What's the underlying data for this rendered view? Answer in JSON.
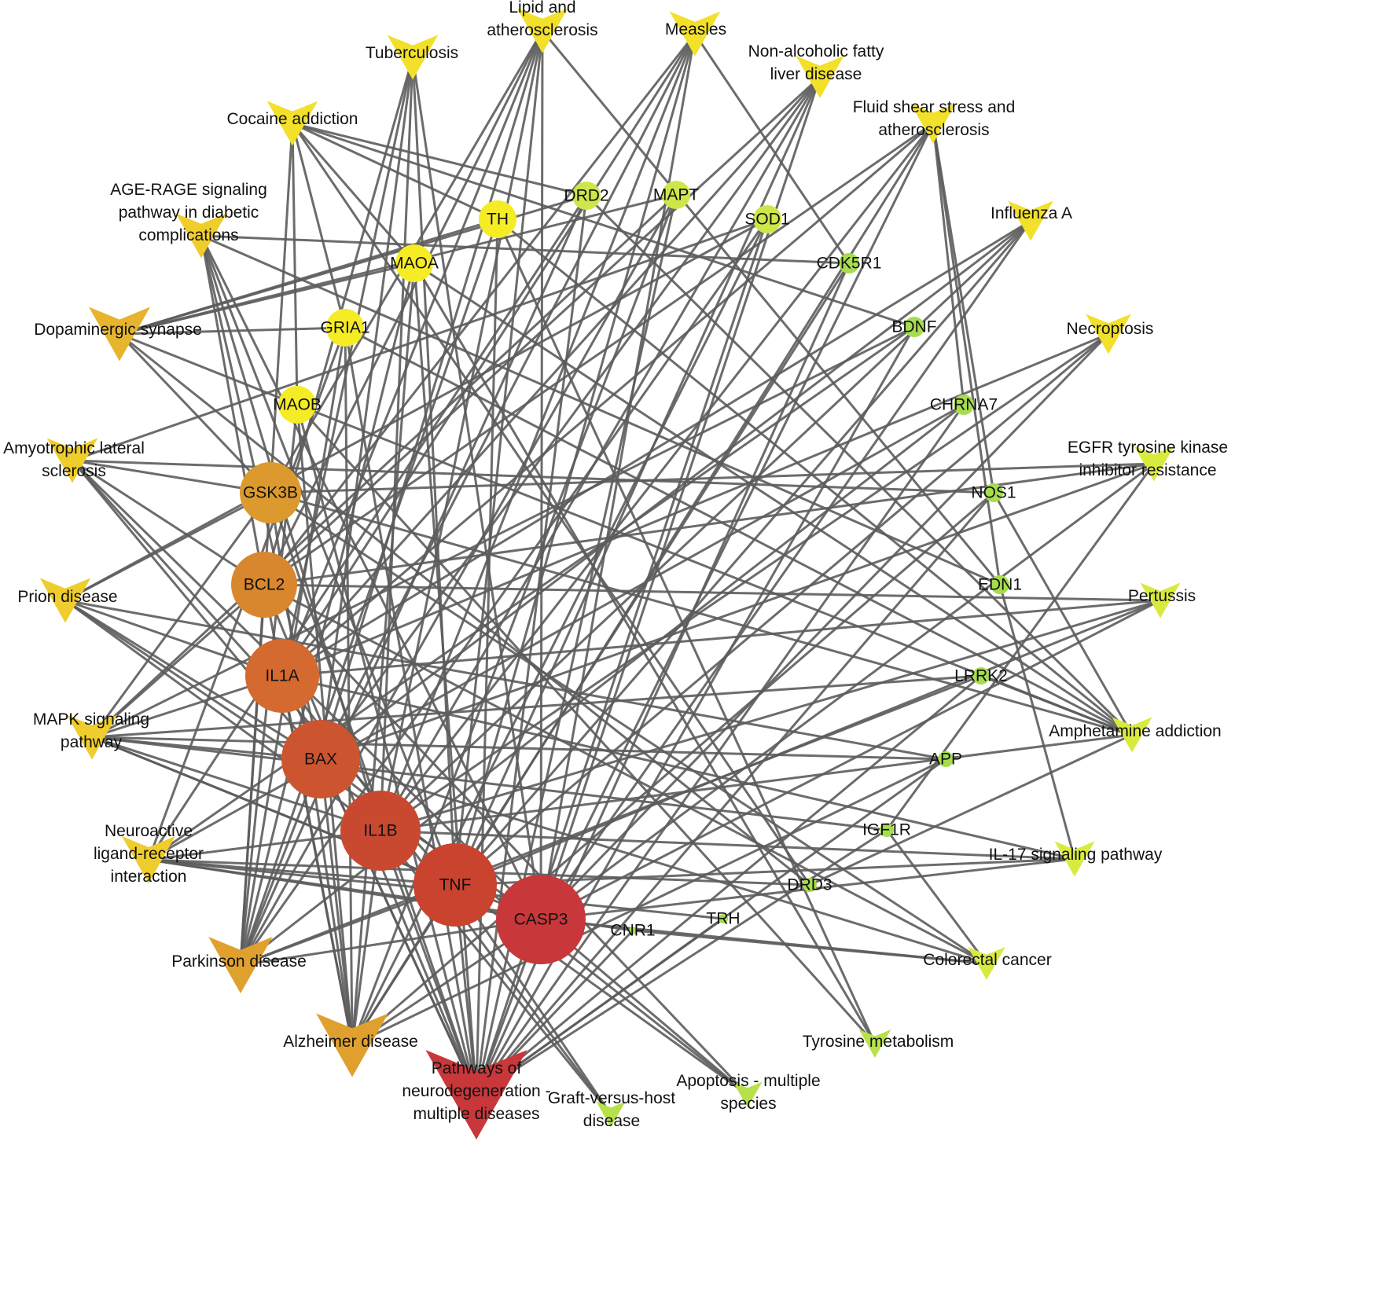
{
  "genes": [
    {
      "id": "CASP3",
      "label": "CASP3",
      "color": "#c8373a"
    },
    {
      "id": "TNF",
      "label": "TNF",
      "color": "#c9432f"
    },
    {
      "id": "IL1B",
      "label": "IL1B",
      "color": "#c94930"
    },
    {
      "id": "BAX",
      "label": "BAX",
      "color": "#cc5530"
    },
    {
      "id": "IL1A",
      "label": "IL1A",
      "color": "#d46a30"
    },
    {
      "id": "BCL2",
      "label": "BCL2",
      "color": "#d9872f"
    },
    {
      "id": "GSK3B",
      "label": "GSK3B",
      "color": "#dc9a2e"
    },
    {
      "id": "MAOB",
      "label": "MAOB",
      "color": "#f6ec26"
    },
    {
      "id": "GRIA1",
      "label": "GRIA1",
      "color": "#f6ec26"
    },
    {
      "id": "MAOA",
      "label": "MAOA",
      "color": "#f6ec26"
    },
    {
      "id": "TH",
      "label": "TH",
      "color": "#f6ec26"
    },
    {
      "id": "DRD2",
      "label": "DRD2",
      "color": "#cfe64a"
    },
    {
      "id": "MAPT",
      "label": "MAPT",
      "color": "#cfe64a"
    },
    {
      "id": "SOD1",
      "label": "SOD1",
      "color": "#cfe64a"
    },
    {
      "id": "CDK5R1",
      "label": "CDK5R1",
      "color": "#a6dd4d"
    },
    {
      "id": "BDNF",
      "label": "BDNF",
      "color": "#a6dd4d"
    },
    {
      "id": "CHRNA7",
      "label": "CHRNA7",
      "color": "#a6dd4d"
    },
    {
      "id": "NOS1",
      "label": "NOS1",
      "color": "#a6dd4d"
    },
    {
      "id": "EDN1",
      "label": "EDN1",
      "color": "#a6dd4d"
    },
    {
      "id": "LRRK2",
      "label": "LRRK2",
      "color": "#a6dd4d"
    },
    {
      "id": "APP",
      "label": "APP",
      "color": "#a6dd4d"
    },
    {
      "id": "IGF1R",
      "label": "IGF1R",
      "color": "#a6dd4d"
    },
    {
      "id": "DRD3",
      "label": "DRD3",
      "color": "#a6dd4d"
    },
    {
      "id": "TRH",
      "label": "TRH",
      "color": "#a6dd4d"
    },
    {
      "id": "CNR1",
      "label": "CNR1",
      "color": "#a6dd4d"
    }
  ],
  "pathways": [
    {
      "id": "neuro",
      "label": [
        "Pathways of",
        "neurodegeneration -",
        "multiple diseases"
      ],
      "color": "#c8373a"
    },
    {
      "id": "alz",
      "label": [
        "Alzheimer disease"
      ],
      "color": "#e0a02e"
    },
    {
      "id": "park",
      "label": [
        "Parkinson disease"
      ],
      "color": "#e0a02e"
    },
    {
      "id": "nlri",
      "label": [
        "Neuroactive",
        "ligand-receptor",
        "interaction"
      ],
      "color": "#efcd2c"
    },
    {
      "id": "mapk",
      "label": [
        "MAPK signaling",
        "pathway"
      ],
      "color": "#efcd2c"
    },
    {
      "id": "prion",
      "label": [
        "Prion disease"
      ],
      "color": "#efcd2c"
    },
    {
      "id": "als",
      "label": [
        "Amyotrophic lateral",
        "sclerosis"
      ],
      "color": "#efcd2c"
    },
    {
      "id": "dopa",
      "label": [
        "Dopaminergic synapse"
      ],
      "color": "#e6b42d"
    },
    {
      "id": "age",
      "label": [
        "AGE-RAGE signaling",
        "pathway in diabetic",
        "complications"
      ],
      "color": "#efcd2c"
    },
    {
      "id": "cocaine",
      "label": [
        "Cocaine addiction"
      ],
      "color": "#f2e02a"
    },
    {
      "id": "tb",
      "label": [
        "Tuberculosis"
      ],
      "color": "#f2e02a"
    },
    {
      "id": "lipid",
      "label": [
        "Lipid and",
        "atherosclerosis"
      ],
      "color": "#f2e02a"
    },
    {
      "id": "measles",
      "label": [
        "Measles"
      ],
      "color": "#f2e02a"
    },
    {
      "id": "nafld",
      "label": [
        "Non-alcoholic fatty",
        "liver disease"
      ],
      "color": "#f2e02a"
    },
    {
      "id": "fluid",
      "label": [
        "Fluid shear stress and",
        "atherosclerosis"
      ],
      "color": "#f2e02a"
    },
    {
      "id": "flu",
      "label": [
        "Influenza A"
      ],
      "color": "#f2e02a"
    },
    {
      "id": "necro",
      "label": [
        "Necroptosis"
      ],
      "color": "#f2e02a"
    },
    {
      "id": "egfr",
      "label": [
        "EGFR tyrosine kinase",
        "inhibitor resistance"
      ],
      "color": "#d9ea3f"
    },
    {
      "id": "pert",
      "label": [
        "Pertussis"
      ],
      "color": "#d9ea3f"
    },
    {
      "id": "amph",
      "label": [
        "Amphetamine addiction"
      ],
      "color": "#d9ea3f"
    },
    {
      "id": "il17",
      "label": [
        "IL-17 signaling pathway"
      ],
      "color": "#d9ea3f"
    },
    {
      "id": "crc",
      "label": [
        "Colorectal cancer"
      ],
      "color": "#d9ea3f"
    },
    {
      "id": "tyr",
      "label": [
        "Tyrosine metabolism"
      ],
      "color": "#b7e14a"
    },
    {
      "id": "apop",
      "label": [
        "Apoptosis - multiple",
        "species"
      ],
      "color": "#b7e14a"
    },
    {
      "id": "gvhd",
      "label": [
        "Graft-versus-host",
        "disease"
      ],
      "color": "#b7e14a"
    }
  ],
  "edges": [
    [
      "CASP3",
      "neuro"
    ],
    [
      "CASP3",
      "alz"
    ],
    [
      "CASP3",
      "park"
    ],
    [
      "CASP3",
      "prion"
    ],
    [
      "CASP3",
      "als"
    ],
    [
      "CASP3",
      "age"
    ],
    [
      "CASP3",
      "tb"
    ],
    [
      "CASP3",
      "lipid"
    ],
    [
      "CASP3",
      "measles"
    ],
    [
      "CASP3",
      "nafld"
    ],
    [
      "CASP3",
      "fluid"
    ],
    [
      "CASP3",
      "flu"
    ],
    [
      "CASP3",
      "necro"
    ],
    [
      "CASP3",
      "pert"
    ],
    [
      "CASP3",
      "il17"
    ],
    [
      "CASP3",
      "crc"
    ],
    [
      "CASP3",
      "apop"
    ],
    [
      "CASP3",
      "nlri"
    ],
    [
      "CASP3",
      "egfr"
    ],
    [
      "CASP3",
      "mapk"
    ],
    [
      "TNF",
      "neuro"
    ],
    [
      "TNF",
      "alz"
    ],
    [
      "TNF",
      "park"
    ],
    [
      "TNF",
      "als"
    ],
    [
      "TNF",
      "mapk"
    ],
    [
      "TNF",
      "age"
    ],
    [
      "TNF",
      "tb"
    ],
    [
      "TNF",
      "lipid"
    ],
    [
      "TNF",
      "measles"
    ],
    [
      "TNF",
      "nafld"
    ],
    [
      "TNF",
      "fluid"
    ],
    [
      "TNF",
      "flu"
    ],
    [
      "TNF",
      "necro"
    ],
    [
      "TNF",
      "pert"
    ],
    [
      "TNF",
      "il17"
    ],
    [
      "TNF",
      "gvhd"
    ],
    [
      "TNF",
      "apop"
    ],
    [
      "TNF",
      "nlri"
    ],
    [
      "IL1B",
      "neuro"
    ],
    [
      "IL1B",
      "alz"
    ],
    [
      "IL1B",
      "prion"
    ],
    [
      "IL1B",
      "mapk"
    ],
    [
      "IL1B",
      "age"
    ],
    [
      "IL1B",
      "tb"
    ],
    [
      "IL1B",
      "lipid"
    ],
    [
      "IL1B",
      "measles"
    ],
    [
      "IL1B",
      "nafld"
    ],
    [
      "IL1B",
      "fluid"
    ],
    [
      "IL1B",
      "flu"
    ],
    [
      "IL1B",
      "necro"
    ],
    [
      "IL1B",
      "pert"
    ],
    [
      "IL1B",
      "il17"
    ],
    [
      "IL1B",
      "gvhd"
    ],
    [
      "IL1B",
      "nlri"
    ],
    [
      "IL1B",
      "amph"
    ],
    [
      "BAX",
      "neuro"
    ],
    [
      "BAX",
      "alz"
    ],
    [
      "BAX",
      "park"
    ],
    [
      "BAX",
      "als"
    ],
    [
      "BAX",
      "prion"
    ],
    [
      "BAX",
      "age"
    ],
    [
      "BAX",
      "tb"
    ],
    [
      "BAX",
      "lipid"
    ],
    [
      "BAX",
      "measles"
    ],
    [
      "BAX",
      "nafld"
    ],
    [
      "BAX",
      "flu"
    ],
    [
      "BAX",
      "crc"
    ],
    [
      "BAX",
      "apop"
    ],
    [
      "BAX",
      "mapk"
    ],
    [
      "BAX",
      "egfr"
    ],
    [
      "IL1A",
      "neuro"
    ],
    [
      "IL1A",
      "alz"
    ],
    [
      "IL1A",
      "prion"
    ],
    [
      "IL1A",
      "mapk"
    ],
    [
      "IL1A",
      "tb"
    ],
    [
      "IL1A",
      "lipid"
    ],
    [
      "IL1A",
      "measles"
    ],
    [
      "IL1A",
      "nafld"
    ],
    [
      "IL1A",
      "fluid"
    ],
    [
      "IL1A",
      "flu"
    ],
    [
      "IL1A",
      "necro"
    ],
    [
      "IL1A",
      "gvhd"
    ],
    [
      "IL1A",
      "il17"
    ],
    [
      "IL1A",
      "pert"
    ],
    [
      "BCL2",
      "neuro"
    ],
    [
      "BCL2",
      "alz"
    ],
    [
      "BCL2",
      "park"
    ],
    [
      "BCL2",
      "als"
    ],
    [
      "BCL2",
      "age"
    ],
    [
      "BCL2",
      "tb"
    ],
    [
      "BCL2",
      "lipid"
    ],
    [
      "BCL2",
      "measles"
    ],
    [
      "BCL2",
      "nafld"
    ],
    [
      "BCL2",
      "fluid"
    ],
    [
      "BCL2",
      "crc"
    ],
    [
      "BCL2",
      "apop"
    ],
    [
      "BCL2",
      "egfr"
    ],
    [
      "BCL2",
      "pert"
    ],
    [
      "BCL2",
      "mapk"
    ],
    [
      "GSK3B",
      "neuro"
    ],
    [
      "GSK3B",
      "alz"
    ],
    [
      "GSK3B",
      "park"
    ],
    [
      "GSK3B",
      "als"
    ],
    [
      "GSK3B",
      "prion"
    ],
    [
      "GSK3B",
      "dopa"
    ],
    [
      "GSK3B",
      "cocaine"
    ],
    [
      "GSK3B",
      "egfr"
    ],
    [
      "GSK3B",
      "crc"
    ],
    [
      "GSK3B",
      "amph"
    ],
    [
      "GSK3B",
      "lipid"
    ],
    [
      "GSK3B",
      "mapk"
    ],
    [
      "MAOB",
      "neuro"
    ],
    [
      "MAOB",
      "alz"
    ],
    [
      "MAOB",
      "park"
    ],
    [
      "MAOB",
      "dopa"
    ],
    [
      "MAOB",
      "cocaine"
    ],
    [
      "MAOB",
      "tyr"
    ],
    [
      "MAOB",
      "amph"
    ],
    [
      "GRIA1",
      "neuro"
    ],
    [
      "GRIA1",
      "alz"
    ],
    [
      "GRIA1",
      "park"
    ],
    [
      "GRIA1",
      "dopa"
    ],
    [
      "GRIA1",
      "cocaine"
    ],
    [
      "GRIA1",
      "amph"
    ],
    [
      "GRIA1",
      "nlri"
    ],
    [
      "MAOA",
      "neuro"
    ],
    [
      "MAOA",
      "alz"
    ],
    [
      "MAOA",
      "park"
    ],
    [
      "MAOA",
      "dopa"
    ],
    [
      "MAOA",
      "cocaine"
    ],
    [
      "MAOA",
      "tyr"
    ],
    [
      "MAOA",
      "amph"
    ],
    [
      "TH",
      "neuro"
    ],
    [
      "TH",
      "park"
    ],
    [
      "TH",
      "dopa"
    ],
    [
      "TH",
      "cocaine"
    ],
    [
      "TH",
      "tyr"
    ],
    [
      "TH",
      "amph"
    ],
    [
      "DRD2",
      "neuro"
    ],
    [
      "DRD2",
      "park"
    ],
    [
      "DRD2",
      "dopa"
    ],
    [
      "DRD2",
      "cocaine"
    ],
    [
      "DRD2",
      "nlri"
    ],
    [
      "DRD2",
      "amph"
    ],
    [
      "MAPT",
      "neuro"
    ],
    [
      "MAPT",
      "alz"
    ],
    [
      "MAPT",
      "park"
    ],
    [
      "MAPT",
      "mapk"
    ],
    [
      "MAPT",
      "dopa"
    ],
    [
      "SOD1",
      "neuro"
    ],
    [
      "SOD1",
      "alz"
    ],
    [
      "SOD1",
      "park"
    ],
    [
      "SOD1",
      "als"
    ],
    [
      "SOD1",
      "prion"
    ],
    [
      "CDK5R1",
      "neuro"
    ],
    [
      "CDK5R1",
      "alz"
    ],
    [
      "CDK5R1",
      "age"
    ],
    [
      "CDK5R1",
      "measles"
    ],
    [
      "BDNF",
      "neuro"
    ],
    [
      "BDNF",
      "mapk"
    ],
    [
      "BDNF",
      "nlri"
    ],
    [
      "BDNF",
      "cocaine"
    ],
    [
      "CHRNA7",
      "neuro"
    ],
    [
      "CHRNA7",
      "nlri"
    ],
    [
      "CHRNA7",
      "fluid"
    ],
    [
      "CHRNA7",
      "park"
    ],
    [
      "NOS1",
      "neuro"
    ],
    [
      "NOS1",
      "alz"
    ],
    [
      "NOS1",
      "als"
    ],
    [
      "NOS1",
      "fluid"
    ],
    [
      "NOS1",
      "amph"
    ],
    [
      "EDN1",
      "fluid"
    ],
    [
      "EDN1",
      "lipid"
    ],
    [
      "EDN1",
      "age"
    ],
    [
      "EDN1",
      "il17"
    ],
    [
      "LRRK2",
      "neuro"
    ],
    [
      "LRRK2",
      "park"
    ],
    [
      "LRRK2",
      "mapk"
    ],
    [
      "LRRK2",
      "amph"
    ],
    [
      "APP",
      "neuro"
    ],
    [
      "APP",
      "alz"
    ],
    [
      "APP",
      "prion"
    ],
    [
      "APP",
      "mapk"
    ],
    [
      "IGF1R",
      "egfr"
    ],
    [
      "IGF1R",
      "mapk"
    ],
    [
      "IGF1R",
      "crc"
    ],
    [
      "IGF1R",
      "neuro"
    ],
    [
      "DRD3",
      "nlri"
    ],
    [
      "DRD3",
      "cocaine"
    ],
    [
      "DRD3",
      "dopa"
    ],
    [
      "DRD3",
      "amph"
    ],
    [
      "TRH",
      "nlri"
    ],
    [
      "TRH",
      "neuro"
    ],
    [
      "CNR1",
      "nlri"
    ],
    [
      "CNR1",
      "neuro"
    ],
    [
      "CNR1",
      "crc"
    ]
  ]
}
